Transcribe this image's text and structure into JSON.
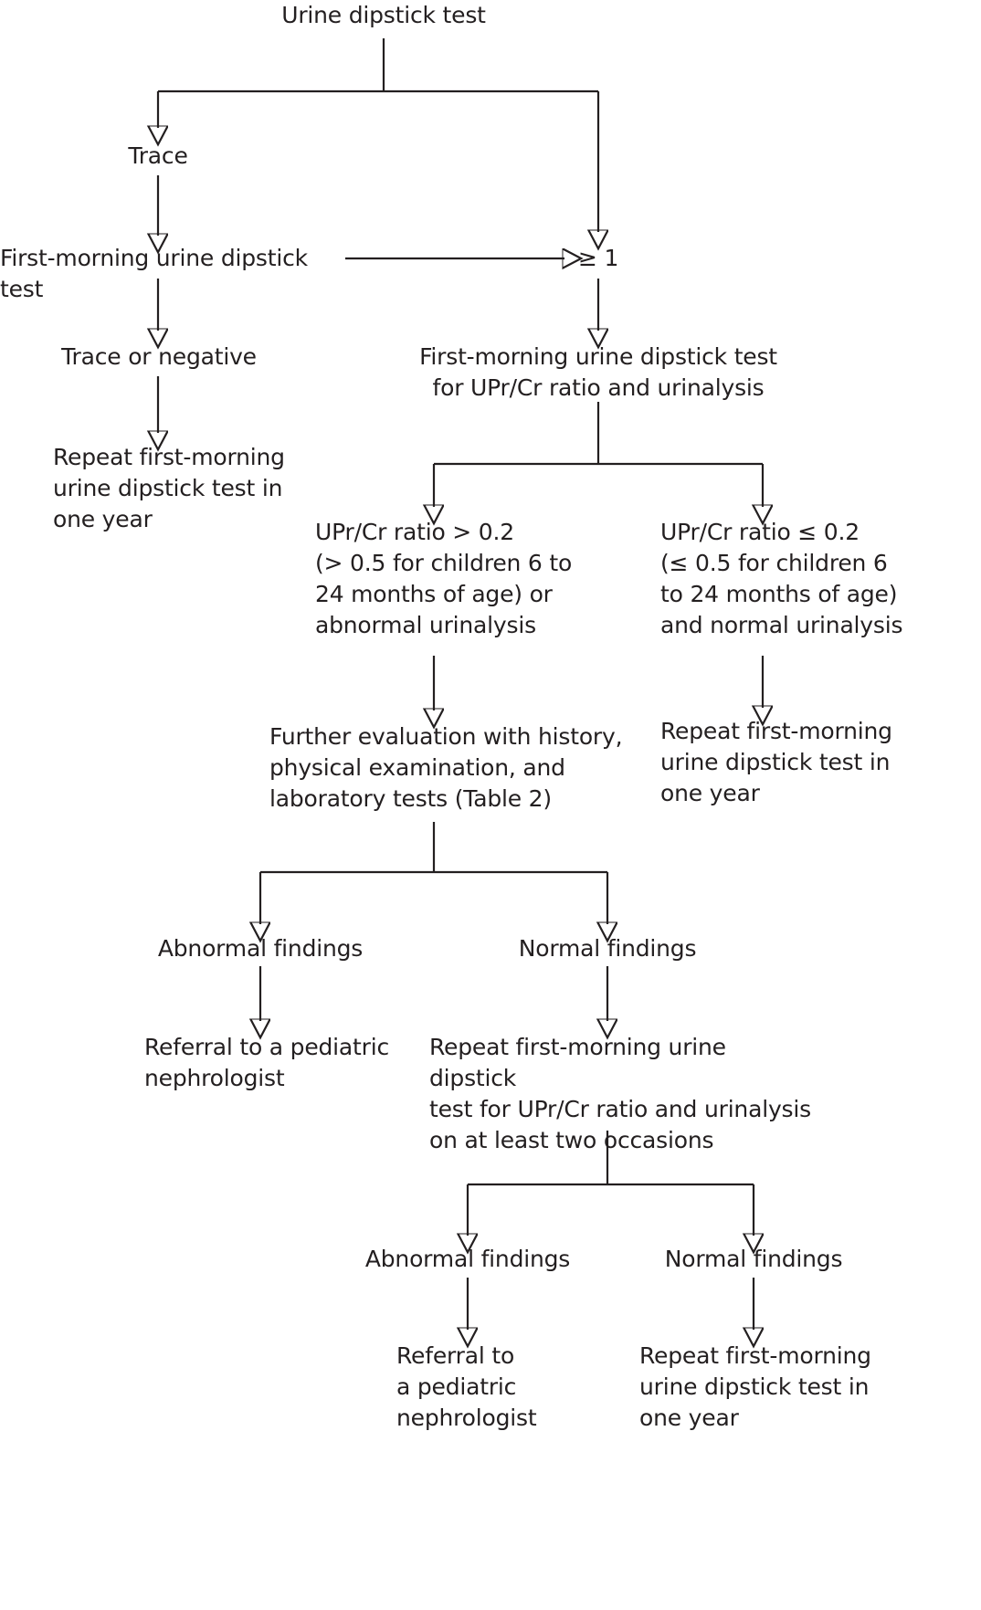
{
  "diagram": {
    "title": "Urine dipstick test evaluation algorithm",
    "type": "flowchart",
    "orientation": "top-down",
    "line_color": "#231f20",
    "background_color": "#ffffff",
    "nodes": [
      {
        "id": "n1",
        "label": "Urine dipstick test"
      },
      {
        "id": "n2",
        "label": "Trace"
      },
      {
        "id": "n3",
        "label": "First-morning urine dipstick test"
      },
      {
        "id": "n4",
        "label": "≥ 1"
      },
      {
        "id": "n5",
        "label": "Trace or negative"
      },
      {
        "id": "n6",
        "label": "First-morning urine dipstick test\nfor UPr/Cr ratio and urinalysis"
      },
      {
        "id": "n7",
        "label": "Repeat first-morning\nurine dipstick test in\none year"
      },
      {
        "id": "n8",
        "label": "UPr/Cr ratio > 0.2\n(> 0.5 for children 6 to\n24 months of age) or\nabnormal urinalysis"
      },
      {
        "id": "n9",
        "label": "UPr/Cr ratio ≤ 0.2\n(≤ 0.5 for children 6\nto 24 months of age)\nand normal urinalysis"
      },
      {
        "id": "n10",
        "label": "Further evaluation with history,\nphysical examination, and\nlaboratory tests (Table 2)"
      },
      {
        "id": "n11",
        "label": "Repeat first-morning\nurine dipstick test in\none year"
      },
      {
        "id": "n12",
        "label": "Abnormal findings"
      },
      {
        "id": "n13",
        "label": "Normal findings"
      },
      {
        "id": "n14",
        "label": "Referral to a pediatric\nnephrologist"
      },
      {
        "id": "n15",
        "label": "Repeat first-morning urine dipstick\ntest for UPr/Cr ratio and urinalysis\non at least two occasions"
      },
      {
        "id": "n16",
        "label": "Abnormal findings"
      },
      {
        "id": "n17",
        "label": "Normal findings"
      },
      {
        "id": "n18",
        "label": "Referral to\na pediatric\nnephrologist"
      },
      {
        "id": "n19",
        "label": "Repeat first-morning\nurine dipstick test in\none year"
      }
    ],
    "edges": [
      {
        "from": "n1",
        "to": "n2",
        "kind": "split-left"
      },
      {
        "from": "n1",
        "to": "n4",
        "kind": "split-right"
      },
      {
        "from": "n2",
        "to": "n3",
        "kind": "vertical"
      },
      {
        "from": "n3",
        "to": "n4",
        "kind": "horizontal-arrow"
      },
      {
        "from": "n3",
        "to": "n5",
        "kind": "vertical"
      },
      {
        "from": "n4",
        "to": "n6",
        "kind": "vertical"
      },
      {
        "from": "n5",
        "to": "n7",
        "kind": "vertical"
      },
      {
        "from": "n6",
        "to": "n8",
        "kind": "split-left"
      },
      {
        "from": "n6",
        "to": "n9",
        "kind": "split-right"
      },
      {
        "from": "n8",
        "to": "n10",
        "kind": "vertical"
      },
      {
        "from": "n9",
        "to": "n11",
        "kind": "vertical"
      },
      {
        "from": "n10",
        "to": "n12",
        "kind": "split-left"
      },
      {
        "from": "n10",
        "to": "n13",
        "kind": "split-right"
      },
      {
        "from": "n12",
        "to": "n14",
        "kind": "vertical"
      },
      {
        "from": "n13",
        "to": "n15",
        "kind": "vertical"
      },
      {
        "from": "n15",
        "to": "n16",
        "kind": "split-left"
      },
      {
        "from": "n15",
        "to": "n17",
        "kind": "split-right"
      },
      {
        "from": "n16",
        "to": "n18",
        "kind": "vertical"
      },
      {
        "from": "n17",
        "to": "n19",
        "kind": "vertical"
      }
    ]
  }
}
